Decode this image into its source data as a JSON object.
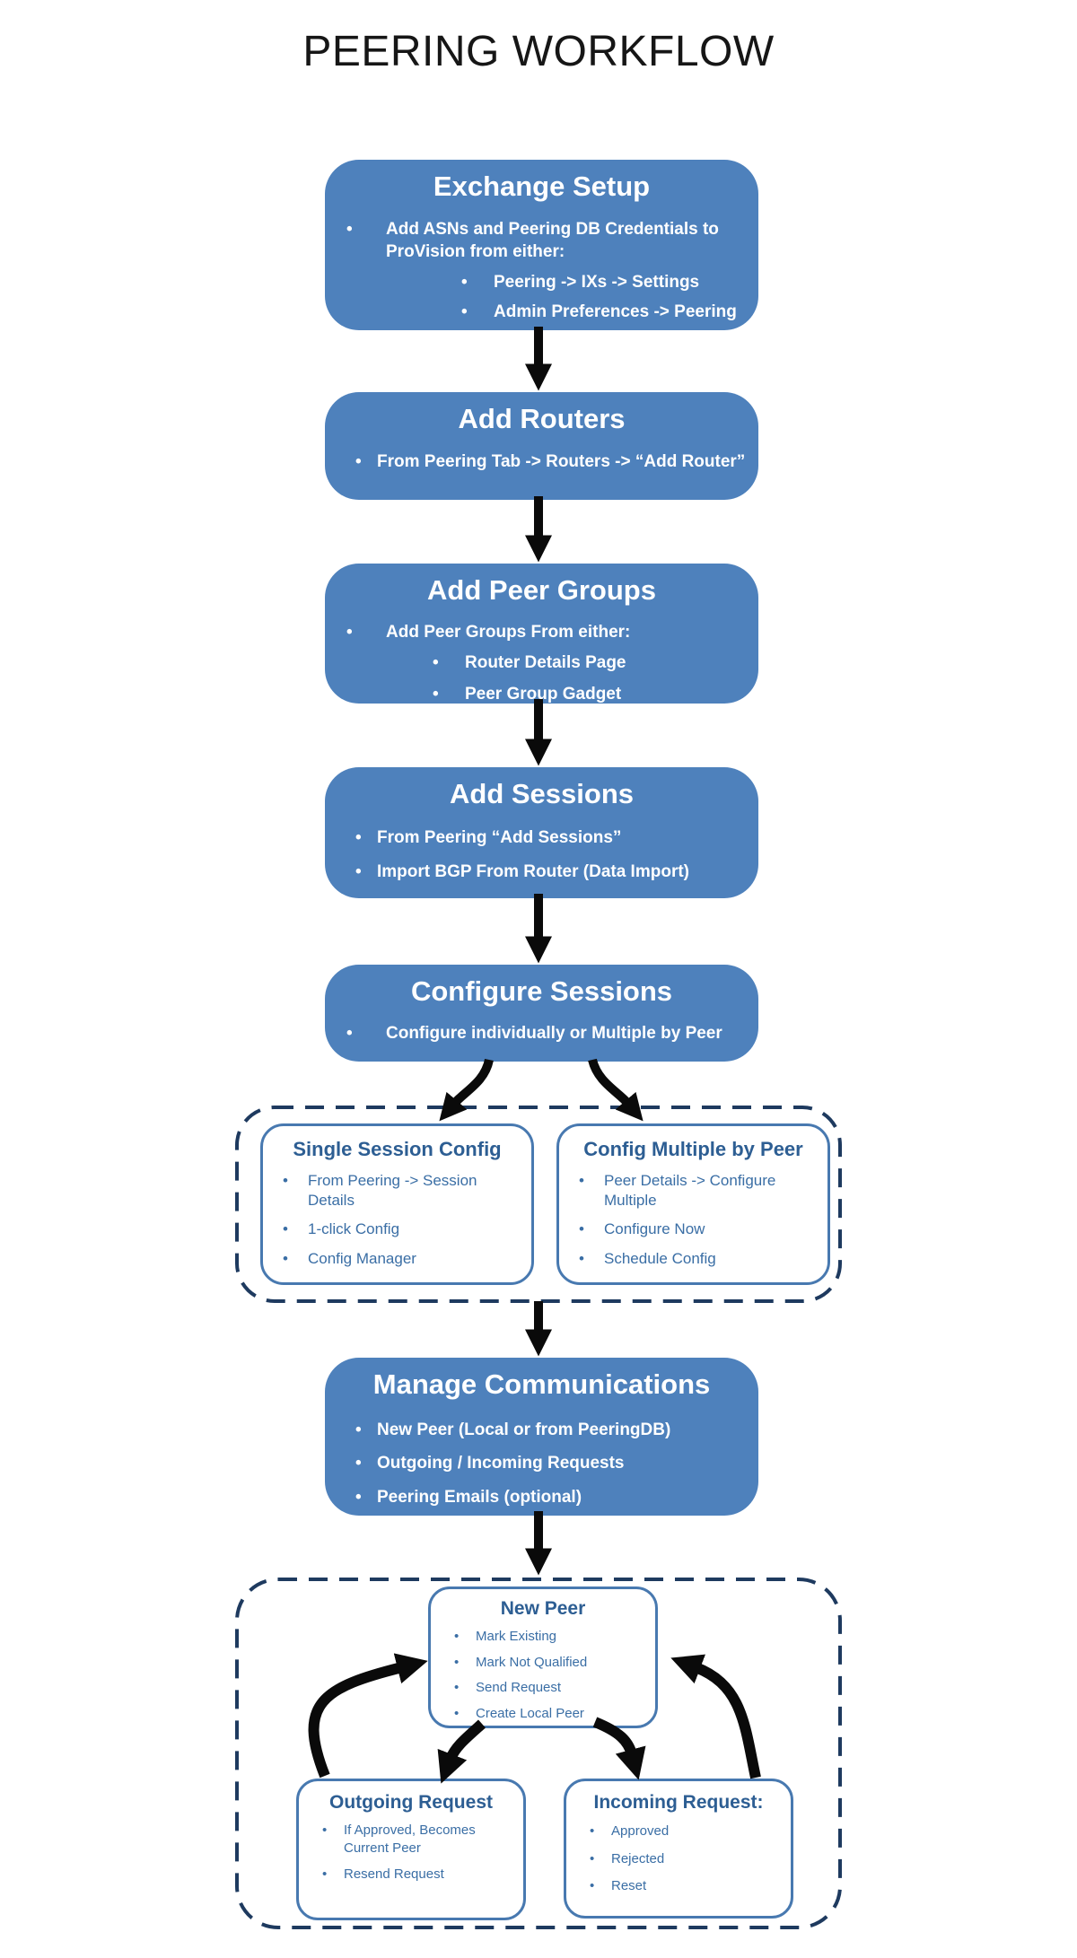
{
  "page": {
    "title": "PEERING WORKFLOW"
  },
  "colors": {
    "box_fill_blue": "#4E81BC",
    "white_box_border": "#4879B0",
    "white_box_title_text": "#2D5E93",
    "white_box_bullet_text": "#3A6EA5",
    "dashed_group_border": "#1E3A5F",
    "arrow_black": "#0A0A0A",
    "title_text": "#161616"
  },
  "flow": {
    "exchange_setup": {
      "title": "Exchange Setup",
      "bullet": "Add ASNs and Peering DB Credentials to ProVision from either:",
      "sub_bullets": [
        "Peering -> IXs -> Settings",
        "Admin Preferences -> Peering"
      ]
    },
    "add_routers": {
      "title": "Add Routers",
      "bullets": [
        "From Peering Tab -> Routers -> “Add Router”"
      ]
    },
    "add_peer_groups": {
      "title": "Add Peer Groups",
      "bullet": "Add Peer Groups From either:",
      "sub_bullets": [
        "Router Details Page",
        "Peer Group Gadget"
      ]
    },
    "add_sessions": {
      "title": "Add Sessions",
      "bullets": [
        "From Peering “Add Sessions”",
        "Import BGP From Router (Data Import)"
      ]
    },
    "configure_sessions": {
      "title": "Configure Sessions",
      "bullets": [
        "Configure individually or Multiple by Peer"
      ]
    },
    "single_session_config": {
      "title": "Single Session Config",
      "bullets": [
        "From Peering -> Session Details",
        "1-click Config",
        "Config Manager"
      ]
    },
    "config_multiple_by_peer": {
      "title": "Config Multiple by Peer",
      "bullets": [
        "Peer Details -> Configure Multiple",
        "Configure Now",
        "Schedule Config"
      ]
    },
    "manage_communications": {
      "title": "Manage Communications",
      "bullets": [
        "New Peer (Local or from PeeringDB)",
        "Outgoing / Incoming Requests",
        "Peering Emails (optional)"
      ]
    },
    "new_peer": {
      "title": "New Peer",
      "bullets": [
        "Mark Existing",
        "Mark Not Qualified",
        "Send Request",
        "Create Local Peer"
      ]
    },
    "outgoing_request": {
      "title": "Outgoing Request",
      "bullets": [
        "If Approved, Becomes Current Peer",
        "Resend Request"
      ]
    },
    "incoming_request": {
      "title": "Incoming Request:",
      "bullets": [
        "Approved",
        "Rejected",
        "Reset"
      ]
    }
  }
}
